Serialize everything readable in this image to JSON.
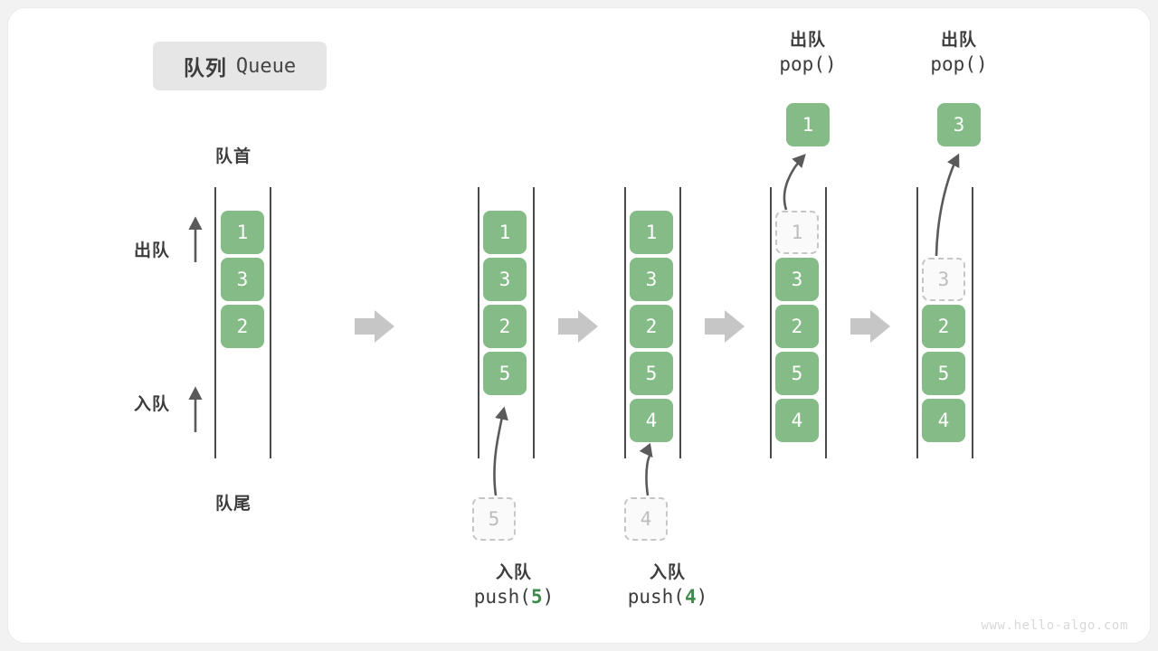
{
  "title": {
    "cn": "队列",
    "en": "Queue"
  },
  "labels": {
    "head": "队首",
    "tail": "队尾",
    "dequeue": "出队",
    "enqueue": "入队"
  },
  "watermark": "www.hello-algo.com",
  "colors": {
    "element_green": "#84bb86",
    "ghost_border": "#c6c6c6",
    "ghost_text": "#bdbdbd",
    "rail": "#4a4a4a",
    "arrow_gray": "#5a5a5a",
    "connector_gray": "#c6c6c6",
    "badge_bg": "#e6e6e6",
    "text_dark": "#3c3c3c",
    "highlight_green": "#3f8a4d"
  },
  "stages": [
    {
      "id": "initial",
      "cells": [
        "1",
        "3",
        "2"
      ],
      "ghost_index": -1,
      "capacity": 5
    },
    {
      "id": "after-push-5",
      "cells": [
        "1",
        "3",
        "2",
        "5"
      ],
      "ghost_index": -1,
      "capacity": 5
    },
    {
      "id": "after-push-4",
      "cells": [
        "1",
        "3",
        "2",
        "5",
        "4"
      ],
      "ghost_index": -1,
      "capacity": 5
    },
    {
      "id": "during-pop-1",
      "cells": [
        "1",
        "3",
        "2",
        "5",
        "4"
      ],
      "ghost_index": 0,
      "capacity": 5
    },
    {
      "id": "during-pop-3",
      "cells": [
        "",
        "3",
        "2",
        "5",
        "4"
      ],
      "ghost_index": 1,
      "capacity": 5
    }
  ],
  "operations": {
    "push_5": {
      "label_cn": "入队",
      "code_prefix": "push(",
      "code_value": "5",
      "code_suffix": ")",
      "floating_value": "5"
    },
    "push_4": {
      "label_cn": "入队",
      "code_prefix": "push(",
      "code_value": "4",
      "code_suffix": ")",
      "floating_value": "4"
    },
    "pop_1": {
      "label_cn": "出队",
      "code": "pop()",
      "result_value": "1"
    },
    "pop_3": {
      "label_cn": "出队",
      "code": "pop()",
      "result_value": "3"
    }
  }
}
